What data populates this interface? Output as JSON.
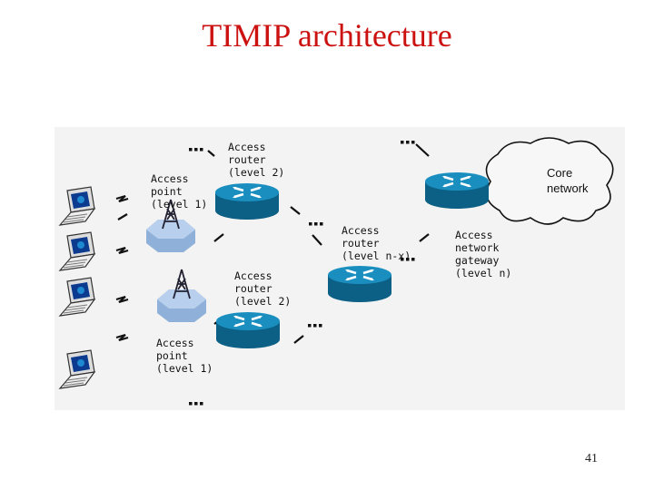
{
  "slide": {
    "title": "TIMIP architecture",
    "page_number": "41"
  },
  "labels": {
    "access_point_top": "Access\npoint\n(level 1)",
    "access_router_top": "Access\nrouter\n(level 2)",
    "access_router_mid": "Access\nrouter\n(level n-x)",
    "access_network_gateway": "Access\nnetwork\ngateway\n(level n)",
    "access_router_bottom": "Access\nrouter\n(level 2)",
    "access_point_bottom": "Access\npoint\n(level 1)",
    "core_network": "Core\nnetwork"
  },
  "colors": {
    "title": "#cc1111",
    "router": "#1a8fbf",
    "access_point": "#a9c7ea"
  },
  "icons": [
    "laptop-icon",
    "router-icon",
    "access-point-icon",
    "cloud-icon",
    "radio-link-icon",
    "ellipsis-dots-icon"
  ]
}
